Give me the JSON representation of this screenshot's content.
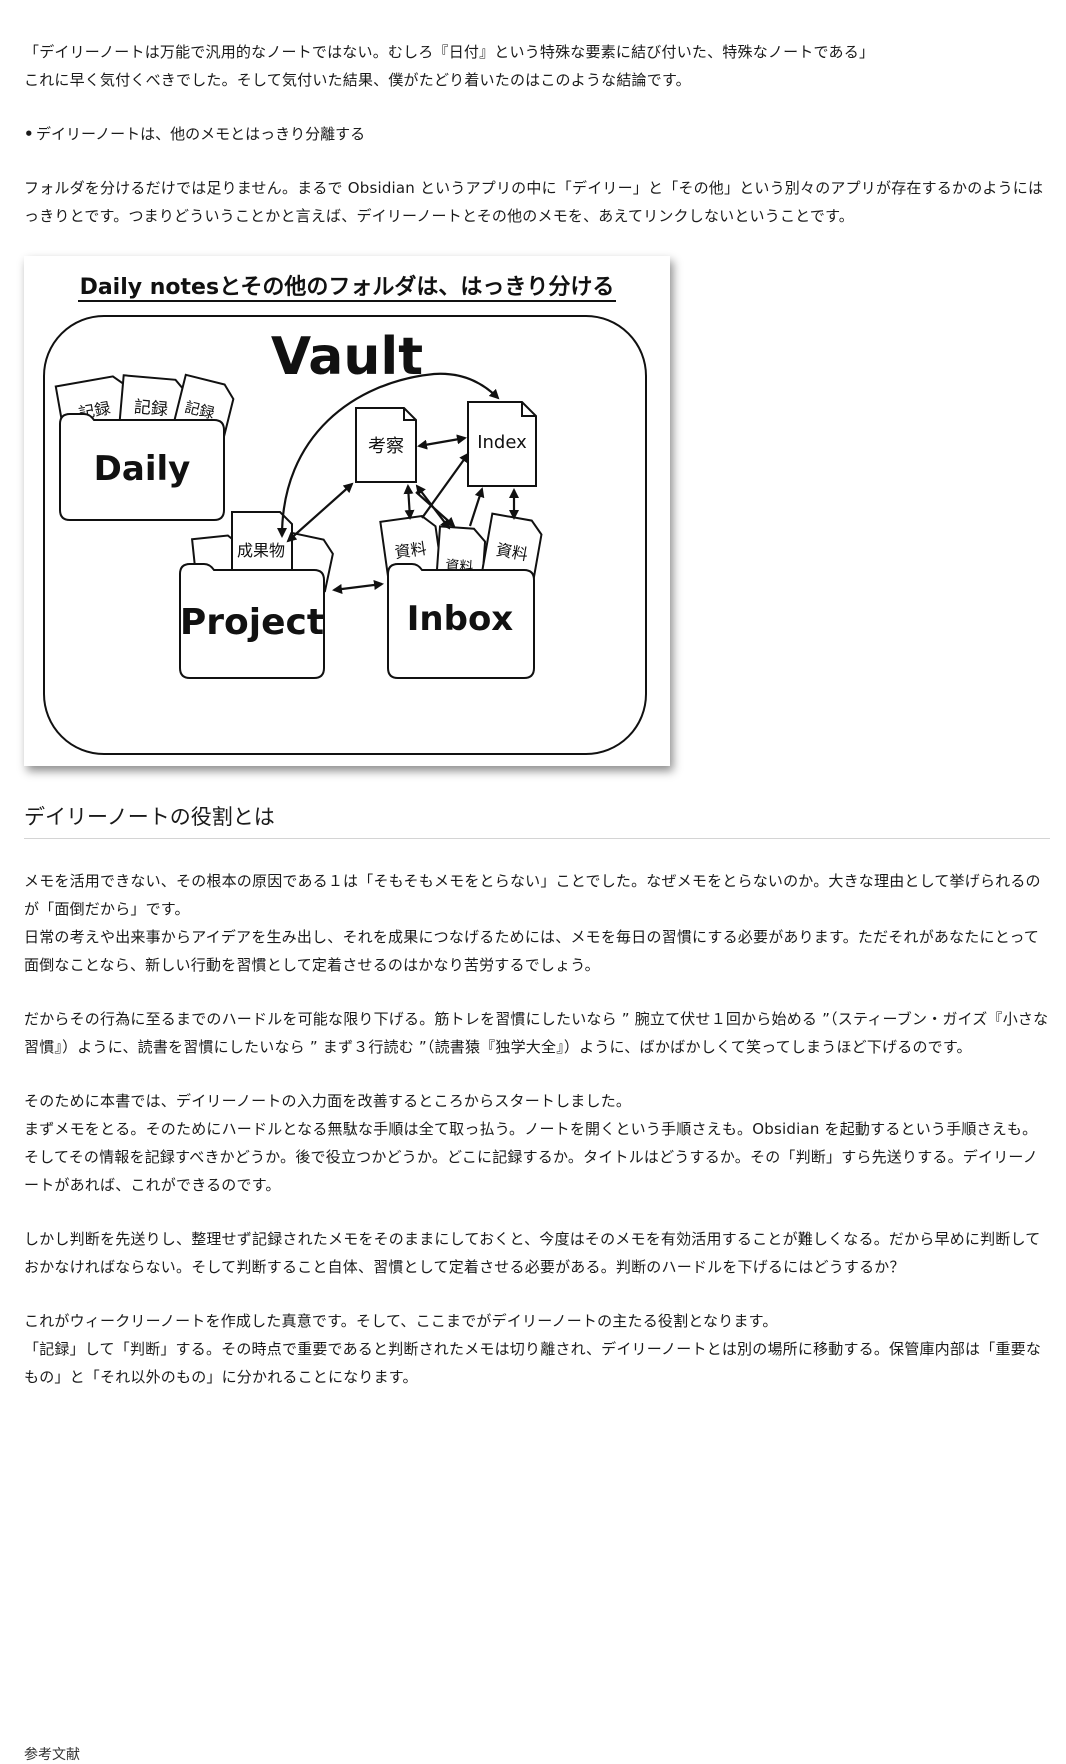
{
  "paragraphs_top": [
    "「デイリーノートは万能で汎用的なノートではない。むしろ『日付』という特殊な要素に結び付いた、特殊なノートである」",
    "これに早く気付くべきでした。そして気付いた結果、僕がたどり着いたのはこのような結論です。"
  ],
  "bullet": "デイリーノートは、他のメモとはっきり分離する",
  "paragraph_folder": "フォルダを分けるだけでは足りません。まるで Obsidian というアプリの中に「デイリー」と「その他」という別々のアプリが存在するかのようにはっきりとです。つまりどういうことかと言えば、デイリーノートとその他のメモを、あえてリンクしないということです。",
  "figure": {
    "title": "Daily notesとその他のフォルダは、はっきり分ける",
    "vault_label": "Vault",
    "daily_folder": "Daily",
    "project_folder": "Project",
    "inbox_folder": "Inbox",
    "daily_paper_label": "記録",
    "project_paper_label": "成果物",
    "inbox_paper_label": "資料",
    "kousatsu_label": "考察",
    "index_label": "Index"
  },
  "section_heading": "デイリーノートの役割とは",
  "body_paragraphs": [
    [
      "メモを活用できない、その根本の原因である１は「そもそもメモをとらない」ことでした。なぜメモをとらないのか。大きな理由として挙げられるのが「面倒だから」です。",
      "日常の考えや出来事からアイデアを生み出し、それを成果につなげるためには、メモを毎日の習慣にする必要があります。ただそれがあなたにとって面倒なことなら、新しい行動を習慣として定着させるのはかなり苦労するでしょう。"
    ],
    [
      "だからその行為に至るまでのハードルを可能な限り下げる。筋トレを習慣にしたいなら ” 腕立て伏せ１回から始める ”（スティーブン・ガイズ『小さな習慣』）ように、読書を習慣にしたいなら ” まず３行読む ”（読書猿『独学大全』）ように、ばかばかしくて笑ってしまうほど下げるのです。"
    ],
    [
      "そのために本書では、デイリーノートの入力面を改善するところからスタートしました。",
      "まずメモをとる。そのためにハードルとなる無駄な手順は全て取っ払う。ノートを開くという手順さえも。Obsidian を起動するという手順さえも。",
      "そしてその情報を記録すべきかどうか。後で役立つかどうか。どこに記録するか。タイトルはどうするか。その「判断」すら先送りする。デイリーノートがあれば、これができるのです。"
    ],
    [
      "しかし判断を先送りし、整理せず記録されたメモをそのままにしておくと、今度はそのメモを有効活用することが難しくなる。だから早めに判断しておかなければならない。そして判断すること自体、習慣として定着させる必要がある。判断のハードルを下げるにはどうするか？"
    ],
    [
      "これがウィークリーノートを作成した真意です。そして、ここまでがデイリーノートの主たる役割となります。",
      "「記録」して「判断」する。その時点で重要であると判断されたメモは切り離され、デイリーノートとは別の場所に移動する。保管庫内部は「重要なもの」と「それ以外のもの」に分かれることになります。"
    ]
  ],
  "footer": "参考文献"
}
